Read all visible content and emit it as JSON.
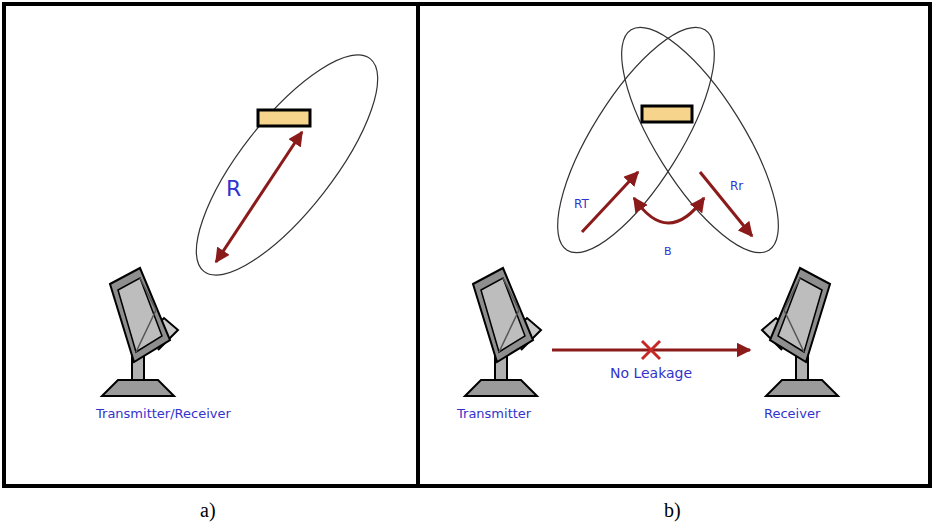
{
  "diagram": {
    "nodes": [
      {
        "text": [
          "Transmitter/Receiver"
        ]
      },
      {
        "text": [
          "Transmitter"
        ]
      },
      {
        "text": [
          "Receiver"
        ]
      }
    ],
    "edges": [
      {
        "from": 1,
        "to": 2,
        "arrow": "to",
        "label": "No Leakage"
      }
    ],
    "labels": [
      "R",
      "RT",
      "B",
      "Rr",
      "a)",
      "b)"
    ]
  }
}
